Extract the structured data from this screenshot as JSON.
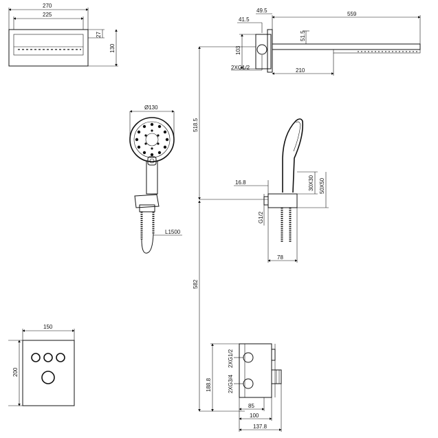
{
  "dimensions": {
    "head_width": "270",
    "head_inner_width": "225",
    "head_height": "27",
    "head_depth": "130",
    "arm_offset": "41.5",
    "arm_wall": "49.5",
    "arm_length": "559",
    "arm_drop": "51.5",
    "arm_height": "103",
    "arm_conn": "2XG1/2",
    "arm_proj": "210",
    "hand_dia": "Ø130",
    "hose_len": "L1500",
    "vert_upper": "518.5",
    "vert_lower": "582",
    "holder_offset": "16.8",
    "holder_thread": "G1/2",
    "holder_size1": "30X30",
    "holder_size2": "50X50",
    "holder_depth": "78",
    "plate_width": "150",
    "plate_height": "200",
    "box_conn1": "2XG1/2",
    "box_conn2": "2XG3/4",
    "box_height": "188.8",
    "box_d1": "85",
    "box_d2": "100",
    "box_d3": "137.8"
  }
}
